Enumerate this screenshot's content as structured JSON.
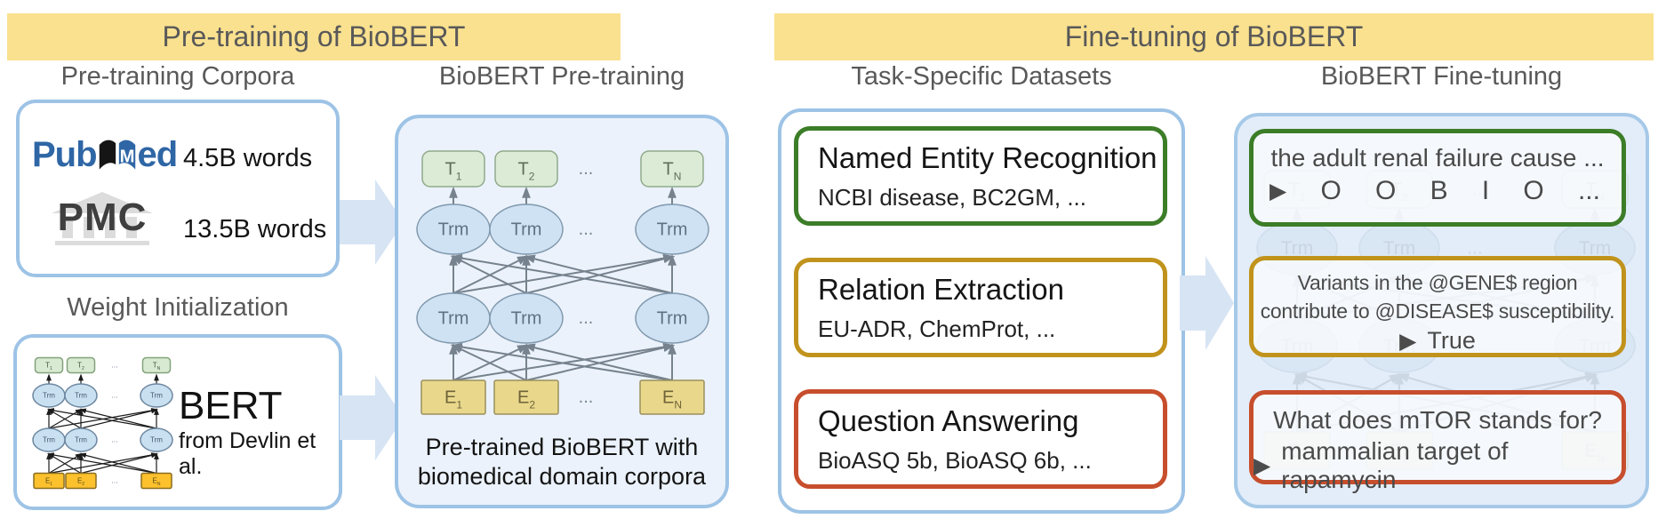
{
  "pretraining": {
    "banner": "Pre-training of BioBERT",
    "corpora_label": "Pre-training Corpora",
    "model_label": "BioBERT Pre-training",
    "corpora": [
      {
        "source": "PubMed",
        "words": "4.5B words"
      },
      {
        "source": "PMC",
        "words": "13.5B words"
      }
    ],
    "weight_init_label": "Weight Initialization",
    "bert_title": "BERT",
    "bert_subtitle": "from Devlin et al.",
    "caption_line1": "Pre-trained BioBERT with",
    "caption_line2": "biomedical domain corpora"
  },
  "finetuning": {
    "banner": "Fine-tuning of BioBERT",
    "datasets_label": "Task-Specific Datasets",
    "model_label": "BioBERT Fine-tuning",
    "tasks": [
      {
        "title": "Named Entity Recognition",
        "datasets": "NCBI disease, BC2GM, ...",
        "border_color": "#3c7d28"
      },
      {
        "title": "Relation Extraction",
        "datasets": "EU-ADR, ChemProt, ...",
        "border_color": "#c1931c"
      },
      {
        "title": "Question Answering",
        "datasets": "BioASQ 5b, BioASQ 6b, ...",
        "border_color": "#c74e2d"
      }
    ],
    "examples": {
      "ner": {
        "sentence": "the adult renal failure cause ...",
        "arrow": "▶",
        "tags": [
          "O",
          "O",
          "B",
          "I",
          "O",
          "..."
        ]
      },
      "re": {
        "line1": "Variants in the @GENE$ region",
        "line2": "contribute to @DISEASE$ susceptibility.",
        "arrow": "▶",
        "answer": "True"
      },
      "qa": {
        "question": "What does mTOR stands for?",
        "arrow": "▶",
        "answer": "mammalian target of rapamycin"
      }
    }
  },
  "logos": {
    "pubmed_pub": "Pub",
    "pubmed_m": "M",
    "pubmed_ed": "ed",
    "pmc": "PMC"
  },
  "transformer": {
    "top_label": "T",
    "mid_label": "Trm",
    "bottom_label": "E",
    "subscripts": [
      "1",
      "2",
      "N"
    ],
    "dots": "..."
  },
  "colors": {
    "banner_bg": "#fae18f",
    "panel_border_blue": "#9dc3e6",
    "pretrain_panel_bg": "#ebf2fb",
    "fine_panel_bg": "#e3edf9",
    "flow_arrow": "#d7e4f4",
    "ner_green": "#3c7d28",
    "re_gold": "#c1931c",
    "qa_red": "#c74e2d",
    "t_box_fill": "#dcebd5",
    "trm_fill": "#cfe2f3",
    "e_box_fill": "#e9d88c",
    "mini_e_fill": "#fcc12d",
    "pubmed_blue": "#2f66a5"
  }
}
